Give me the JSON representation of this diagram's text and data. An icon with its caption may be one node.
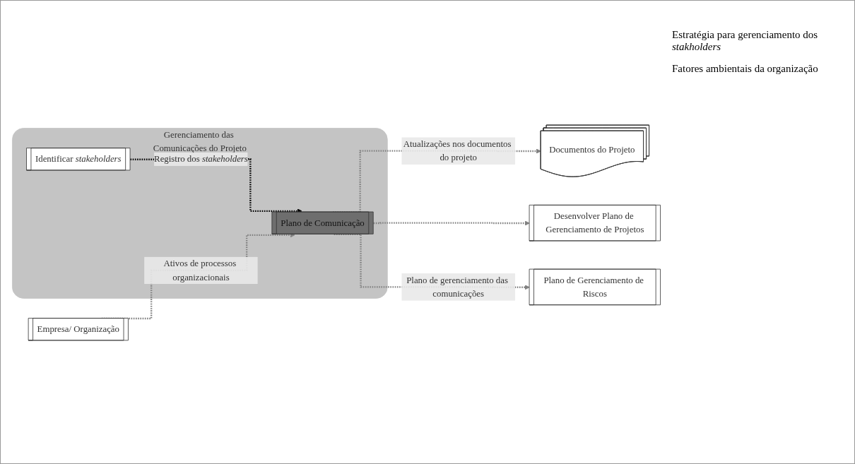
{
  "diagram": {
    "nodes": [
      {
        "text": [
          "Gerenciamento das Comunicações do Projeto"
        ]
      },
      {
        "text": [
          "Identificar *stakeholders*"
        ],
        "in": 0
      },
      {
        "text": [
          "Plano de Comunicação"
        ],
        "in": 0
      },
      {
        "text": [
          "Empresa/ Organização"
        ]
      },
      {
        "text": [
          "Documentos do Projeto"
        ]
      },
      {
        "text": [
          "Desenvolver Plano de Gerenciamento de Projetos"
        ]
      },
      {
        "text": [
          "Plano de Gerenciamento de Riscos"
        ]
      }
    ],
    "edges": [
      {
        "from": 1,
        "to": 2,
        "arrow": "to",
        "label": "Registro dos *stakeholders*",
        "style": "dashed",
        "color": "#000000"
      },
      {
        "from": 3,
        "to": 2,
        "arrow": "to",
        "label": "Ativos de processos organizacionais",
        "style": "dashed"
      },
      {
        "from": 2,
        "to": 4,
        "arrow": "to",
        "label": "Atualizações nos documentos do projeto",
        "style": "dashed"
      },
      {
        "from": 2,
        "to": 5,
        "arrow": "to",
        "style": "dashed"
      },
      {
        "from": 2,
        "to": 6,
        "arrow": "to",
        "label": "Plano de gerenciamento das comunicações",
        "style": "dashed"
      }
    ],
    "labels": [
      "Estratégia para gerenciamento dos *stakholders*",
      "Fatores ambientais da organização"
    ]
  }
}
